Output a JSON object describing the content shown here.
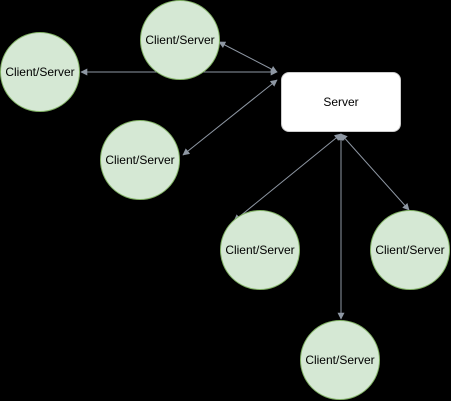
{
  "diagram": {
    "background_color": "#000000",
    "edge_color": "#8e97a3",
    "client_fill": "#d5e8d4",
    "client_stroke": "#82b366",
    "server_fill": "#ffffff",
    "server": {
      "id": "server",
      "label": "Server"
    },
    "clients": [
      {
        "id": "c1",
        "label": "Client/Server"
      },
      {
        "id": "c2",
        "label": "Client/Server"
      },
      {
        "id": "c3",
        "label": "Client/Server"
      },
      {
        "id": "c4",
        "label": "Client/Server"
      },
      {
        "id": "c5",
        "label": "Client/Server"
      },
      {
        "id": "c6",
        "label": "Client/Server"
      }
    ],
    "edges": [
      {
        "from": "server",
        "to": "c1",
        "direction": "both"
      },
      {
        "from": "server",
        "to": "c2",
        "direction": "both"
      },
      {
        "from": "server",
        "to": "c3",
        "direction": "both"
      },
      {
        "from": "server",
        "to": "c4",
        "direction": "both"
      },
      {
        "from": "server",
        "to": "c5",
        "direction": "both"
      },
      {
        "from": "server",
        "to": "c6",
        "direction": "both"
      }
    ]
  }
}
